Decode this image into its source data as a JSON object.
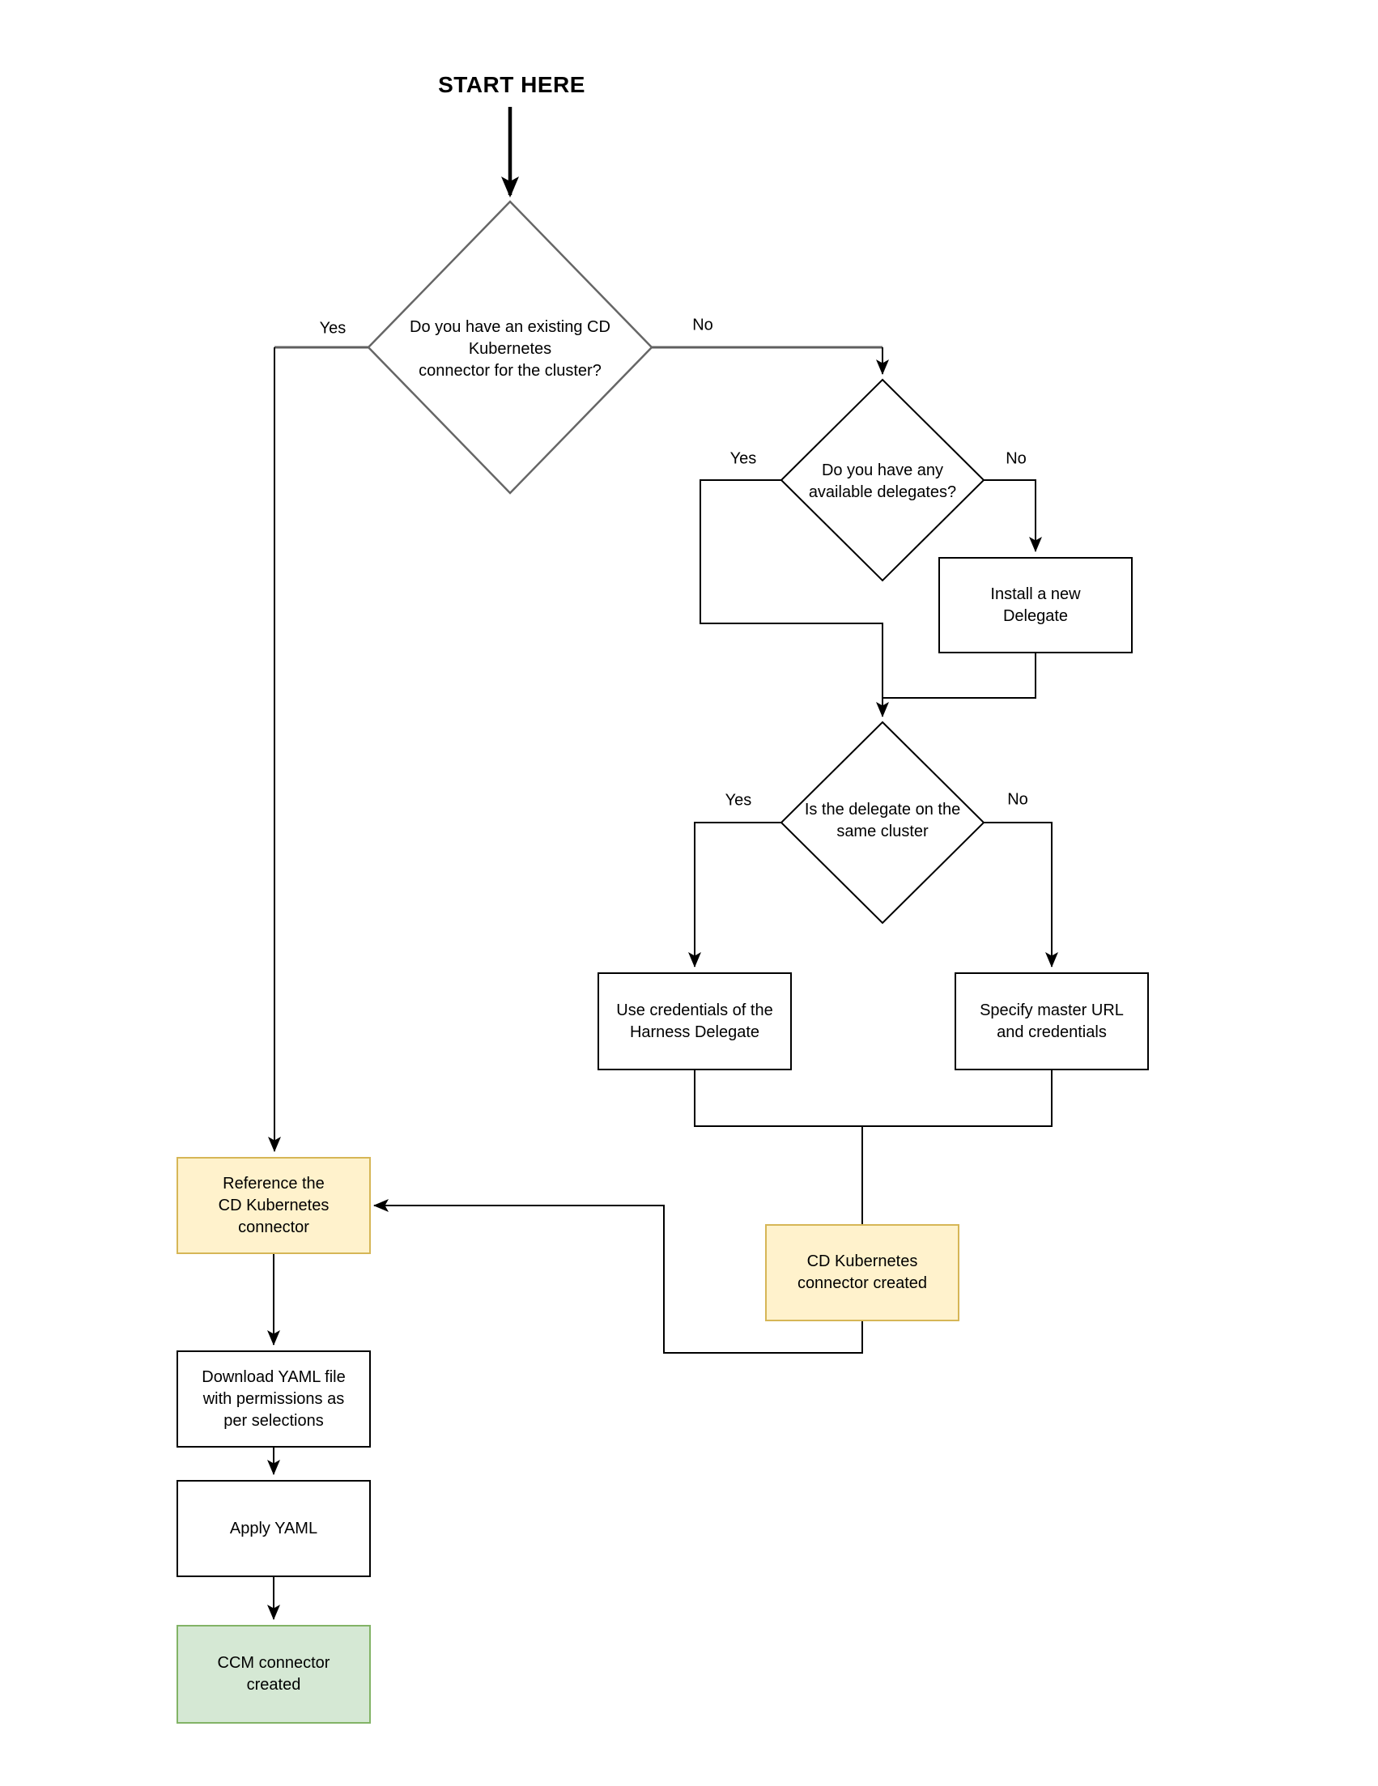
{
  "diagram": {
    "title": "START HERE",
    "nodes": {
      "decision_existing_connector": {
        "type": "decision",
        "label": "Do you have an existing CD\nKubernetes\nconnector for the cluster?"
      },
      "decision_available_delegates": {
        "type": "decision",
        "label": "Do you have any\navailable delegates?"
      },
      "decision_same_cluster": {
        "type": "decision",
        "label": "Is the delegate on the\nsame cluster"
      },
      "install_delegate": {
        "type": "process",
        "label": "Install a new\nDelegate"
      },
      "use_credentials": {
        "type": "process",
        "label": "Use credentials of the\nHarness Delegate"
      },
      "specify_master_url": {
        "type": "process",
        "label": "Specify master URL\nand credentials"
      },
      "cd_connector_created": {
        "type": "highlight",
        "label": "CD Kubernetes\nconnector created"
      },
      "reference_connector": {
        "type": "highlight",
        "label": "Reference the\nCD Kubernetes\nconnector"
      },
      "download_yaml": {
        "type": "process",
        "label": "Download YAML file\nwith permissions as\nper selections"
      },
      "apply_yaml": {
        "type": "process",
        "label": "Apply YAML"
      },
      "ccm_connector_created": {
        "type": "success",
        "label": "CCM connector\ncreated"
      }
    },
    "edge_labels": {
      "existing_yes": "Yes",
      "existing_no": "No",
      "delegates_yes": "Yes",
      "delegates_no": "No",
      "same_cluster_yes": "Yes",
      "same_cluster_no": "No"
    },
    "colors": {
      "background": "#FFFFFF",
      "shape_stroke": "#000000",
      "first_decision_stroke": "#666666",
      "edge": "#000000",
      "highlight_fill": "#FFF2CC",
      "highlight_stroke": "#D6B656",
      "success_fill": "#D5E8D4",
      "success_stroke": "#82B366"
    }
  }
}
